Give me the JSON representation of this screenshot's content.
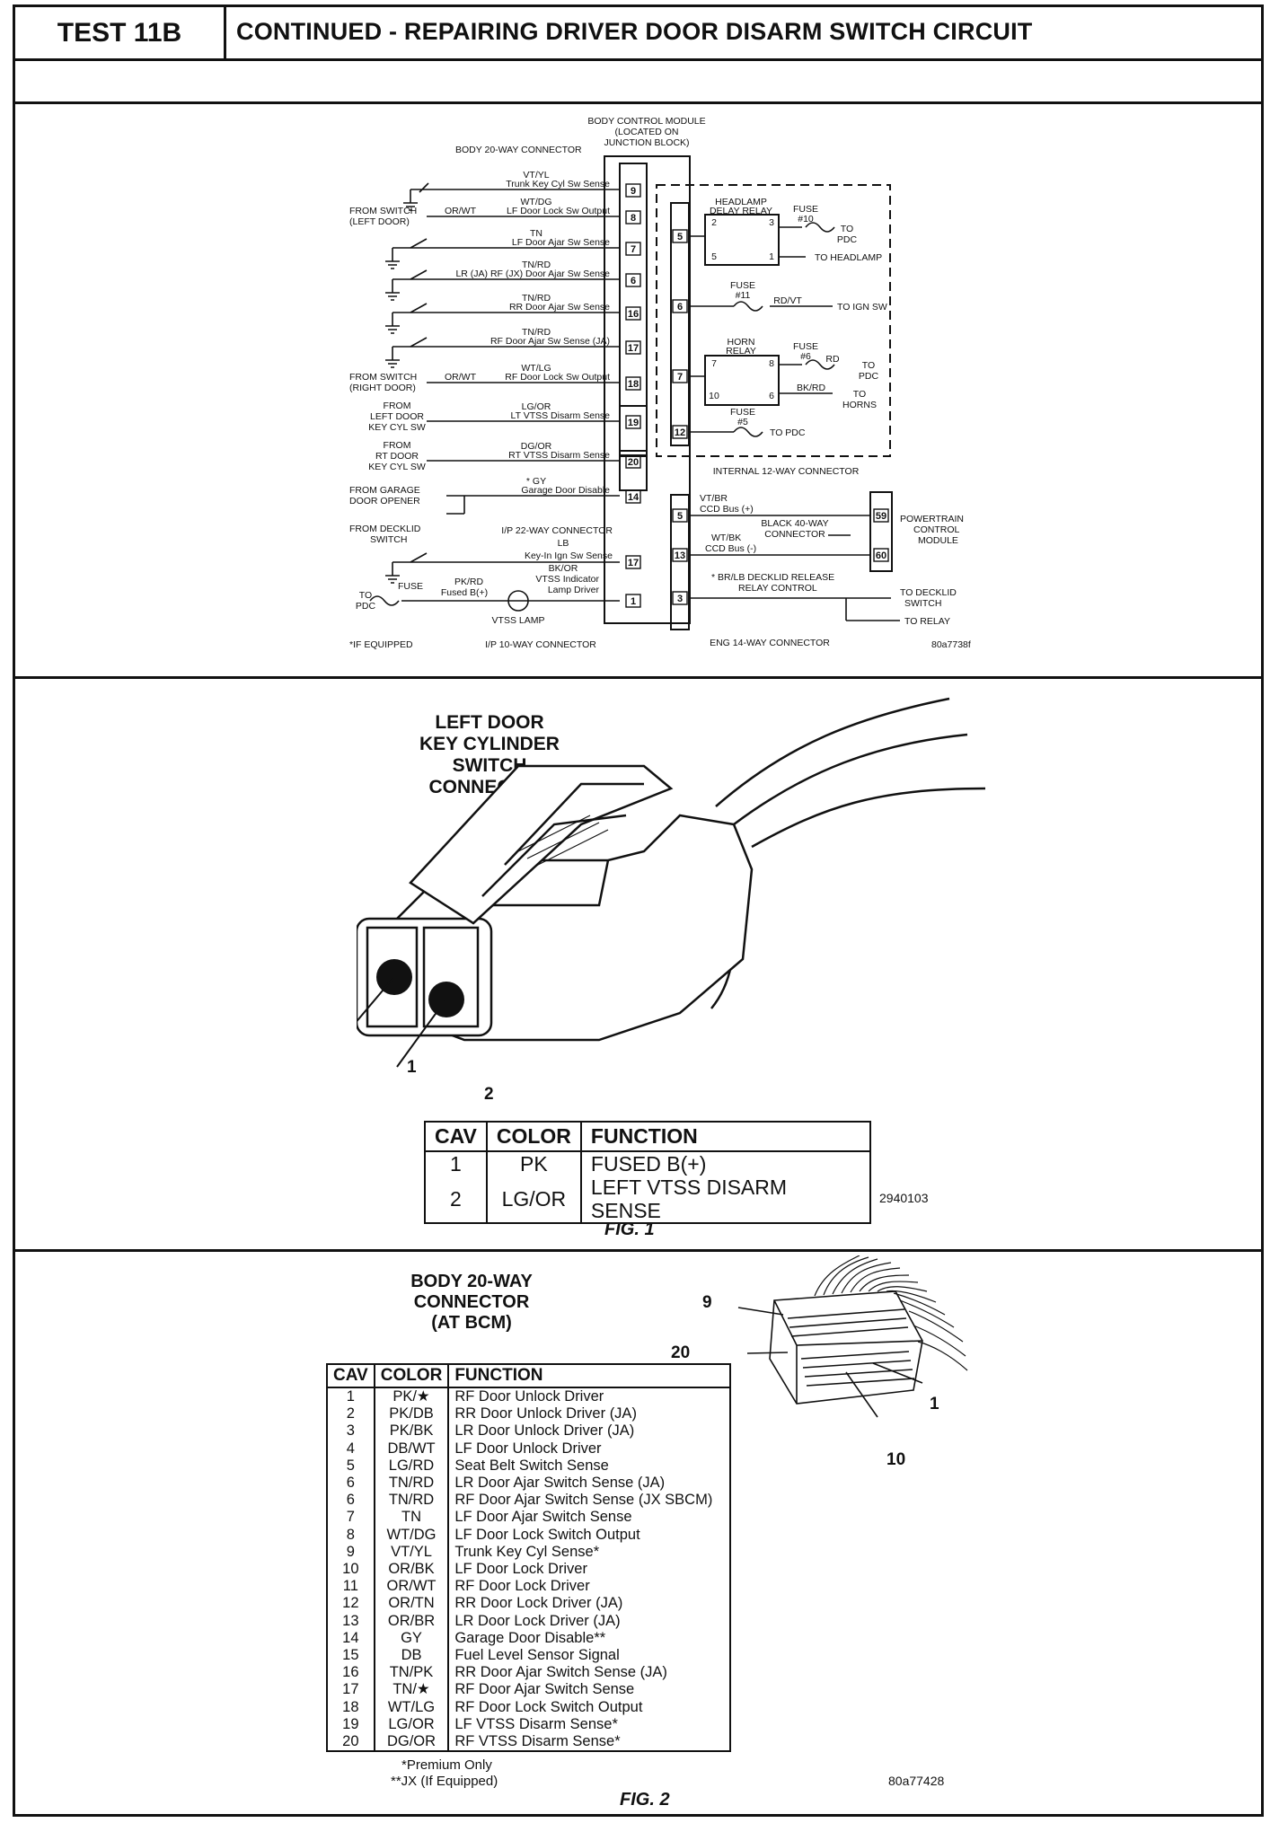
{
  "header": {
    "test_id": "TEST 11B",
    "title": "CONTINUED - REPAIRING DRIVER DOOR DISARM SWITCH CIRCUIT"
  },
  "schematic": {
    "bcm_label": [
      "BODY CONTROL MODULE",
      "(LOCATED ON",
      "JUNCTION BLOCK)"
    ],
    "body20_label": "BODY 20-WAY CONNECTOR",
    "left_circuits": [
      {
        "color": "VT/YL",
        "func": "Trunk Key Cyl Sw Sense",
        "pin": "9"
      },
      {
        "color": "WT/DG",
        "func": "LF Door Lock Sw Output",
        "pin": "8"
      },
      {
        "color": "TN",
        "func": "LF Door Ajar Sw Sense",
        "pin": "7"
      },
      {
        "color": "TN/RD",
        "func": "LR (JA) RF (JX) Door Ajar Sw Sense",
        "pin": "6"
      },
      {
        "color": "TN/RD",
        "func": "RR Door Ajar Sw Sense",
        "pin": "16"
      },
      {
        "color": "TN/RD",
        "func": "RF Door Ajar Sw Sense (JA)",
        "pin": "17"
      },
      {
        "color": "WT/LG",
        "func": "RF Door Lock Sw Output",
        "pin": "18"
      },
      {
        "color": "LG/OR",
        "func": "LT VTSS Disarm Sense",
        "pin": "19"
      },
      {
        "color": "DG/OR",
        "func": "RT VTSS Disarm Sense",
        "pin": "20"
      },
      {
        "color": "* GY",
        "func": "Garage Door Disable",
        "pin": "14"
      }
    ],
    "from_switch_left": [
      "FROM SWITCH",
      "(LEFT DOOR)"
    ],
    "from_switch_left_wire": "OR/WT",
    "from_switch_right": [
      "FROM SWITCH",
      "(RIGHT DOOR)"
    ],
    "from_switch_right_wire": "OR/WT",
    "from_left_door": [
      "FROM",
      "LEFT DOOR",
      "KEY CYL SW"
    ],
    "from_rt_door": [
      "FROM",
      "RT DOOR",
      "KEY CYL SW"
    ],
    "from_garage": [
      "FROM GARAGE",
      "DOOR OPENER"
    ],
    "from_decklid": [
      "FROM DECKLID",
      "SWITCH"
    ],
    "ip22_label": "I/P 22-WAY CONNECTOR",
    "ip22_color": "LB",
    "ip22_func": "Key-In Ign Sw Sense",
    "ip22_pin": "17",
    "ip10_color": "BK/OR",
    "ip10_func": [
      "VTSS Indicator",
      "Lamp Driver"
    ],
    "ip10_pin": "1",
    "to_pdc": [
      "TO",
      "PDC"
    ],
    "fuse_label": "FUSE",
    "fused_color": "PK/RD",
    "fused_text": "Fused B(+)",
    "vtss_lamp": "VTSS LAMP",
    "if_equipped": "*IF EQUIPPED",
    "ip10_label": "I/P 10-WAY CONNECTOR",
    "right_pins": [
      {
        "pin": "5",
        "label": [
          "HEADLAMP",
          "DELAY RELAY"
        ],
        "fuse": [
          "FUSE",
          "#10"
        ],
        "to": [
          "TO",
          "PDC"
        ],
        "to2": "TO HEADLAMP"
      },
      {
        "pin": "6",
        "fuse": [
          "FUSE",
          "#11"
        ],
        "wire": "RD/VT",
        "to": [
          "TO IGN SW"
        ]
      },
      {
        "pin": "7",
        "label": [
          "HORN",
          "RELAY"
        ],
        "fuse": [
          "FUSE",
          "#6"
        ],
        "wire": "RD",
        "to": [
          "TO",
          "PDC"
        ],
        "wire2": "BK/RD",
        "to2": [
          "TO",
          "HORNS"
        ]
      },
      {
        "pin": "12",
        "fuse": [
          "FUSE",
          "#5"
        ],
        "to": [
          "TO PDC"
        ]
      }
    ],
    "relay_pins": [
      "2",
      "3",
      "5",
      "1"
    ],
    "horn_relay_pins": [
      "7",
      "8",
      "10",
      "6"
    ],
    "internal12": "INTERNAL 12-WAY CONNECTOR",
    "ccd_plus_color": "VT/BR",
    "ccd_plus": "CCD Bus (+)",
    "ccd_minus_color": "WT/BK",
    "ccd_minus": "CCD Bus (-)",
    "black40": [
      "BLACK 40-WAY",
      "CONNECTOR"
    ],
    "pcm_pins": [
      "59",
      "60"
    ],
    "ccd_pins": [
      "5",
      "13"
    ],
    "pcm_label": [
      "POWERTRAIN",
      "CONTROL",
      "MODULE"
    ],
    "decklid_color": "* BR/LB DECKLID RELEASE",
    "decklid_func": "RELAY CONTROL",
    "decklid_pin": "3",
    "to_decklid": [
      "TO DECKLID",
      "SWITCH"
    ],
    "to_relay": "TO RELAY",
    "eng14": "ENG 14-WAY CONNECTOR",
    "fig_code": "80a7738f"
  },
  "fig1": {
    "title": [
      "LEFT DOOR",
      "KEY CYLINDER",
      "SWITCH CONNECTOR"
    ],
    "callouts": [
      "1",
      "2"
    ],
    "headers": [
      "CAV",
      "COLOR",
      "FUNCTION"
    ],
    "rows": [
      [
        "1",
        "PK",
        "FUSED B(+)"
      ],
      [
        "2",
        "LG/OR",
        "LEFT VTSS DISARM SENSE"
      ]
    ],
    "code": "2940103",
    "caption": "FIG. 1"
  },
  "fig2": {
    "title": [
      "BODY 20-WAY",
      "CONNECTOR",
      "(AT BCM)"
    ],
    "callouts": [
      "9",
      "20",
      "1",
      "10"
    ],
    "headers": [
      "CAV",
      "COLOR",
      "FUNCTION"
    ],
    "rows": [
      [
        "1",
        "PK/★",
        "RF Door Unlock Driver"
      ],
      [
        "2",
        "PK/DB",
        "RR Door Unlock Driver (JA)"
      ],
      [
        "3",
        "PK/BK",
        "LR Door Unlock Driver (JA)"
      ],
      [
        "4",
        "DB/WT",
        "LF Door Unlock Driver"
      ],
      [
        "5",
        "LG/RD",
        "Seat Belt Switch Sense"
      ],
      [
        "6",
        "TN/RD",
        "LR Door Ajar Switch Sense (JA)"
      ],
      [
        "6",
        "TN/RD",
        "RF Door Ajar Switch Sense (JX SBCM)"
      ],
      [
        "7",
        "TN",
        "LF Door Ajar Switch Sense"
      ],
      [
        "8",
        "WT/DG",
        "LF Door Lock Switch Output"
      ],
      [
        "9",
        "VT/YL",
        "Trunk Key Cyl Sense*"
      ],
      [
        "10",
        "OR/BK",
        "LF Door Lock Driver"
      ],
      [
        "11",
        "OR/WT",
        "RF Door Lock Driver"
      ],
      [
        "12",
        "OR/TN",
        "RR Door Lock Driver (JA)"
      ],
      [
        "13",
        "OR/BR",
        "LR Door Lock Driver (JA)"
      ],
      [
        "14",
        "GY",
        "Garage Door Disable**"
      ],
      [
        "15",
        "DB",
        "Fuel Level Sensor Signal"
      ],
      [
        "16",
        "TN/PK",
        "RR Door Ajar Switch Sense (JA)"
      ],
      [
        "17",
        "TN/★",
        "RF Door Ajar Switch Sense"
      ],
      [
        "18",
        "WT/LG",
        "RF Door Lock Switch Output"
      ],
      [
        "19",
        "LG/OR",
        "LF VTSS Disarm Sense*"
      ],
      [
        "20",
        "DG/OR",
        "RF VTSS Disarm Sense*"
      ]
    ],
    "footnotes": [
      "*Premium Only",
      "**JX (If Equipped)"
    ],
    "code": "80a77428",
    "caption": "FIG. 2"
  }
}
